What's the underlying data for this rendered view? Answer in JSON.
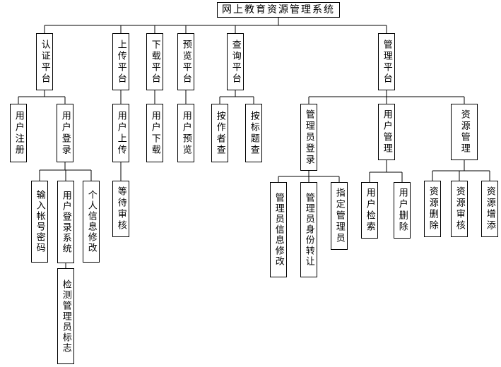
{
  "root": {
    "label": "网上教育资源管理系统"
  },
  "level1": {
    "auth": {
      "label": "认证平台"
    },
    "upload": {
      "label": "上传平台"
    },
    "download": {
      "label": "下载平台"
    },
    "preview": {
      "label": "预览平台"
    },
    "query": {
      "label": "查询平台"
    },
    "manage": {
      "label": "管理平台"
    }
  },
  "level2": {
    "user_register": {
      "label": "用户注册"
    },
    "user_login": {
      "label": "用户登录"
    },
    "user_upload": {
      "label": "用户上传"
    },
    "user_download": {
      "label": "用户下载"
    },
    "user_preview": {
      "label": "用户预览"
    },
    "by_author": {
      "label": "按作者查"
    },
    "by_title": {
      "label": "按标题查"
    },
    "admin_login": {
      "label": "管理员登录"
    },
    "user_management": {
      "label": "用户管理"
    },
    "res_management": {
      "label": "资源管理"
    }
  },
  "level3": {
    "input_account": {
      "label": "输入帐号密码"
    },
    "login_system": {
      "label": "用户登录系统"
    },
    "profile_edit": {
      "label": "个人信息修改"
    },
    "await_review": {
      "label": "等待审核"
    },
    "admin_info_edit": {
      "label": "管理员信息修改"
    },
    "admin_transfer": {
      "label": "管理员身份转让"
    },
    "assign_admin": {
      "label": "指定管理员"
    },
    "user_search": {
      "label": "用户检索"
    },
    "user_delete": {
      "label": "用户删除"
    },
    "res_delete": {
      "label": "资源删除"
    },
    "res_review": {
      "label": "资源审核"
    },
    "res_add": {
      "label": "资源增添"
    }
  },
  "level4": {
    "detect_admin_flag": {
      "label": "检测管理员标志"
    }
  }
}
